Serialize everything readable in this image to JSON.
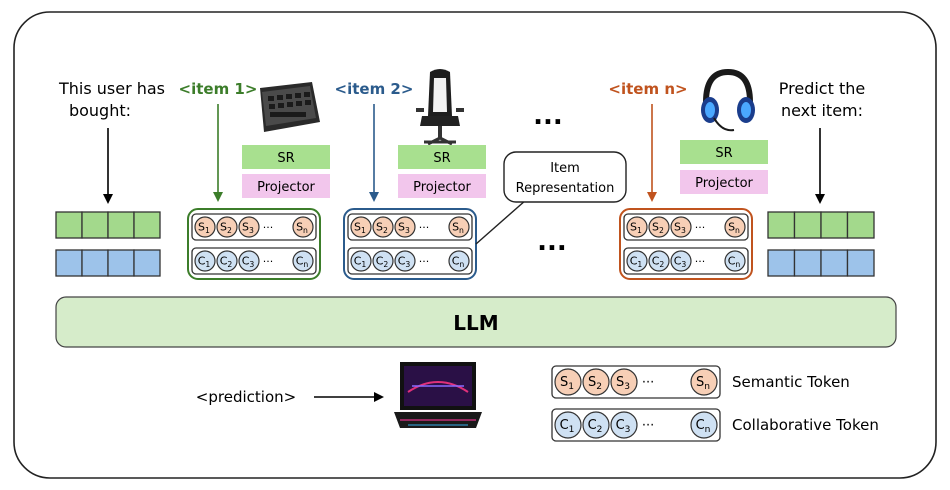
{
  "prefix_text": [
    "This user has",
    "bought:"
  ],
  "predict_text": [
    "Predict the",
    "next item:"
  ],
  "items": [
    {
      "label": "<item 1>",
      "color": "#3c7d2a",
      "icon": "keyboard-icon",
      "sr": "SR",
      "projector": "Projector"
    },
    {
      "label": "<item 2>",
      "color": "#2b5b8c",
      "icon": "gaming-chair-icon",
      "sr": "SR",
      "projector": "Projector"
    },
    {
      "label": "<item n>",
      "color": "#c0531e",
      "icon": "gaming-headset-icon",
      "sr": "SR",
      "projector": "Projector"
    }
  ],
  "ellipsis": "...",
  "callout": [
    "Item",
    "Representation"
  ],
  "llm": "LLM",
  "prediction": "<prediction>",
  "prediction_icon": "laptop-icon",
  "legend": {
    "semantic": "Semantic Token",
    "collaborative": "Collaborative Token"
  },
  "tokens": {
    "semantic": [
      "S1",
      "S2",
      "S3",
      "Sn"
    ],
    "collaborative": [
      "C1",
      "C2",
      "C3",
      "Cn"
    ],
    "dots": "···"
  },
  "colors": {
    "sr_fill": "#a8e08f",
    "projector_fill": "#f2c6ec",
    "green_block": "#a3d98c",
    "blue_block": "#9dc3ea",
    "semantic_token": "#f7cfb6",
    "collab_token": "#cfe1f3",
    "llm_fill": "#d6ecca"
  }
}
